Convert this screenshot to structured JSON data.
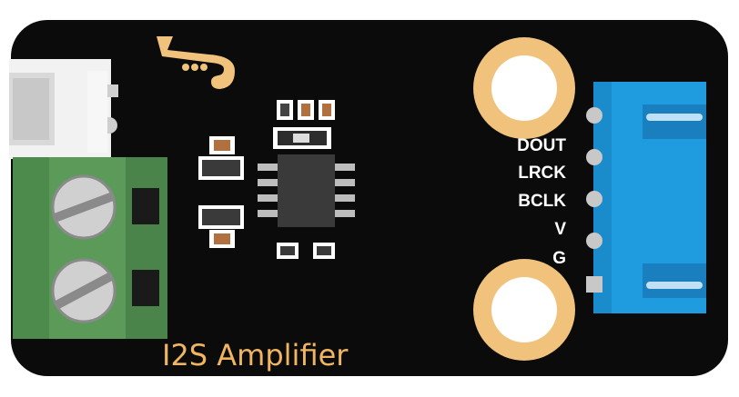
{
  "board": {
    "title": "I2S Amplifier",
    "pin_labels": [
      "DOUT",
      "LRCK",
      "BCLK",
      "V",
      "G"
    ]
  },
  "colors": {
    "pcb": "#0b0b0b",
    "silkscreen_title": "#f0b561",
    "pad_gold": "#f0c27b",
    "terminal_green": "#5c9a5a",
    "connector_blue": "#1f9be0",
    "chip_body": "#3a3a3a"
  },
  "icons": [
    "logo-icon",
    "screw-icon",
    "chip-icon",
    "connector-icon"
  ]
}
